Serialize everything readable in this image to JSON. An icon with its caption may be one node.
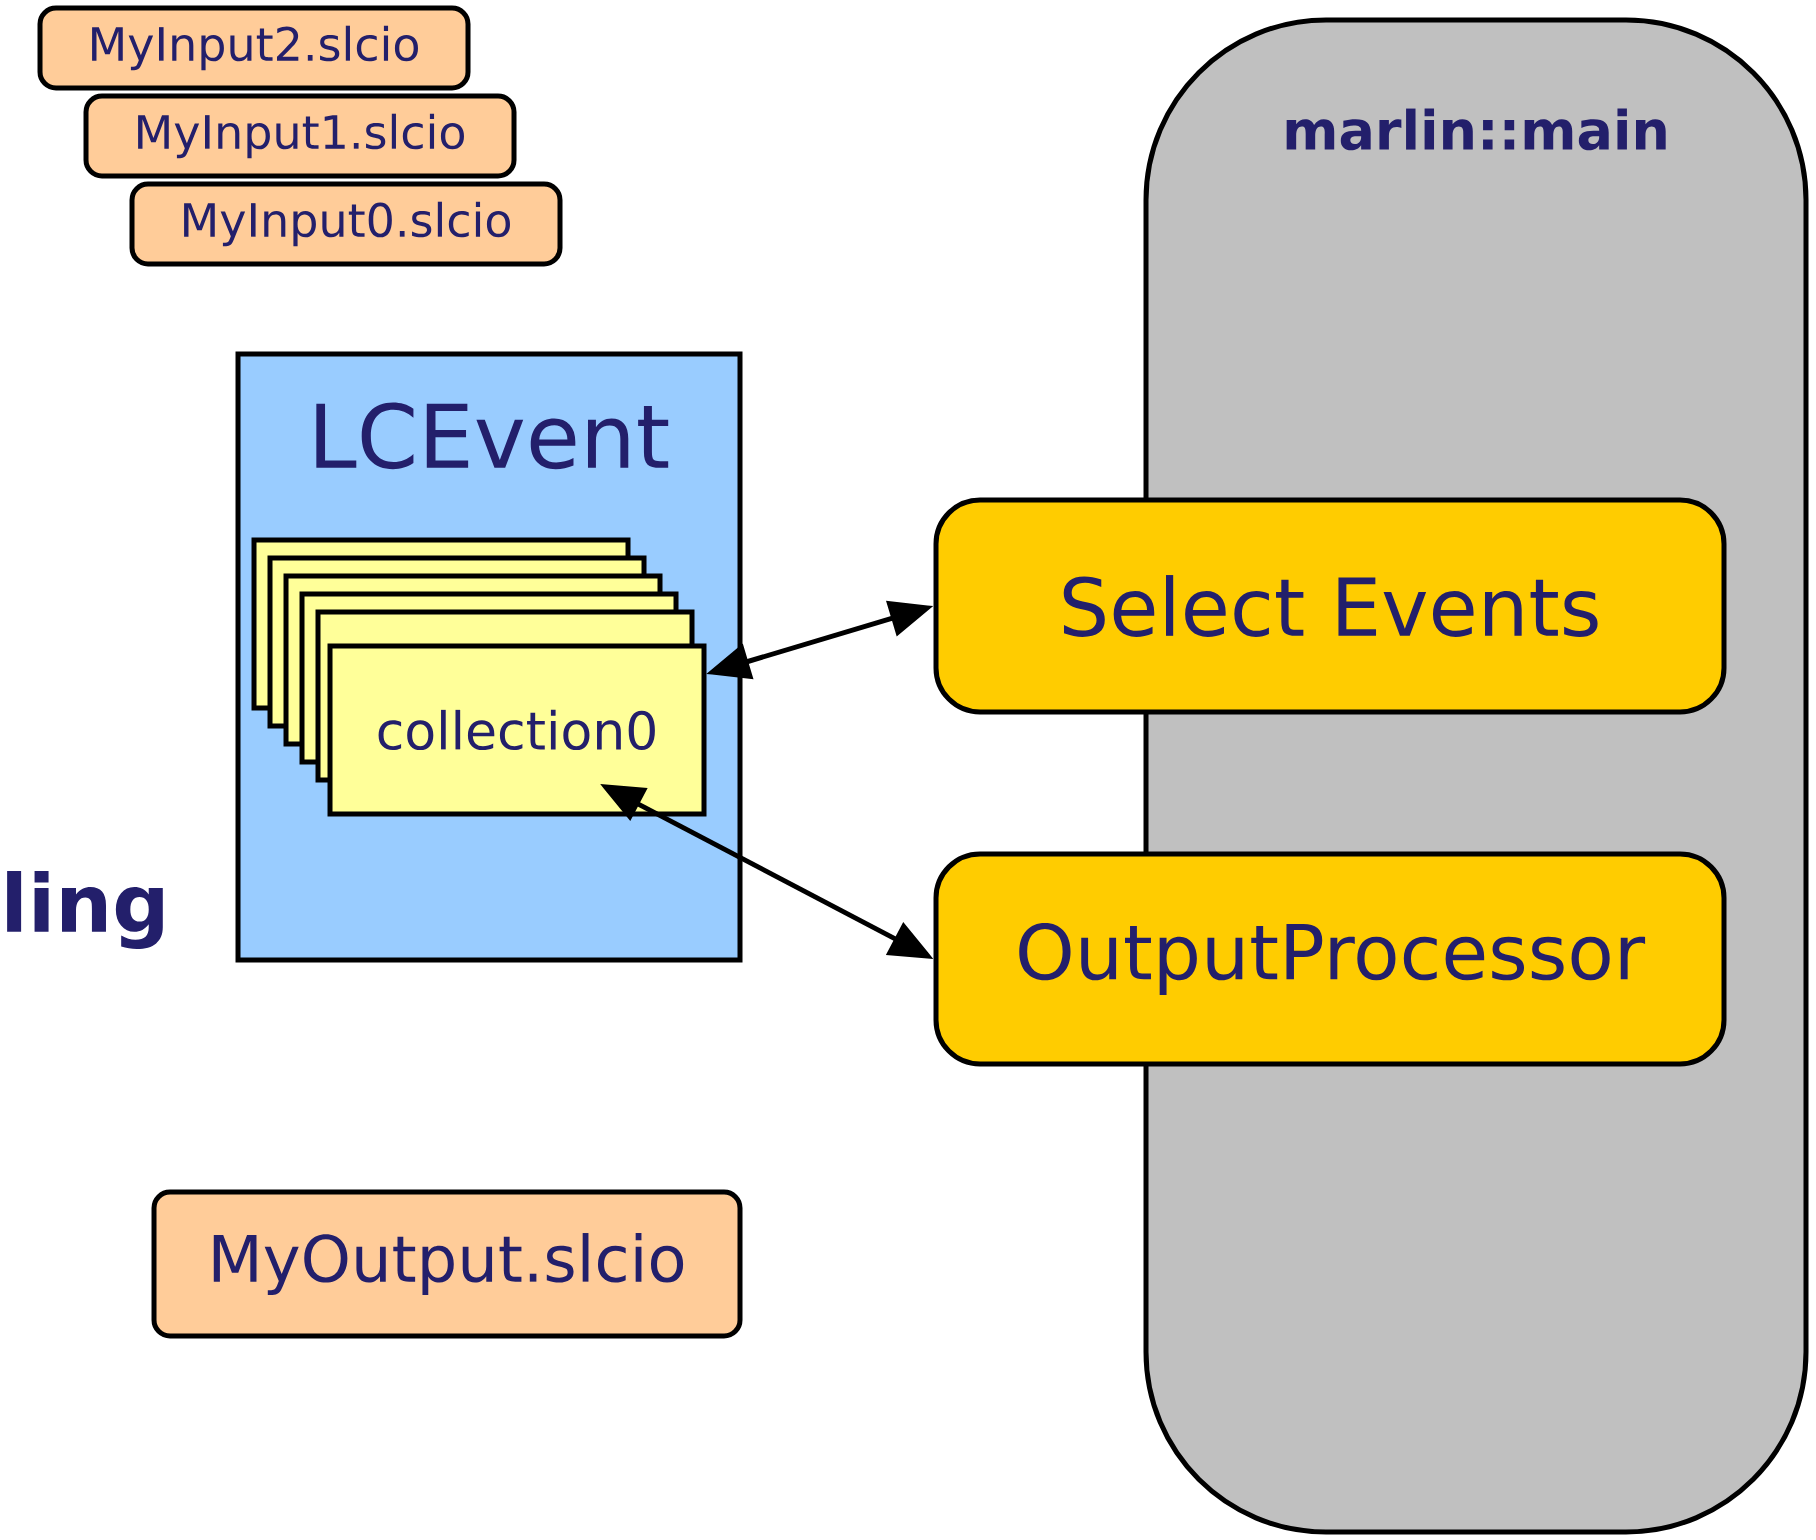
{
  "diagram": {
    "nodes": [
      {
        "text": [
          "MyInput2.slcio"
        ]
      },
      {
        "text": [
          "MyInput1.slcio"
        ]
      },
      {
        "text": [
          "MyInput0.slcio"
        ]
      },
      {
        "text": [
          "marlin::main"
        ]
      },
      {
        "text": [
          "LCEvent"
        ]
      },
      {
        "text": [],
        "shape": "box",
        "in": 4
      },
      {
        "text": [],
        "shape": "box",
        "in": 4
      },
      {
        "text": [],
        "shape": "box",
        "in": 4
      },
      {
        "text": [],
        "shape": "box",
        "in": 4
      },
      {
        "text": [],
        "shape": "box",
        "in": 4
      },
      {
        "text": [
          "collection0"
        ],
        "in": 4
      },
      {
        "text": [
          "Select Events"
        ]
      },
      {
        "text": [
          "OutputProcessor"
        ]
      },
      {
        "text": [
          "MyOutput.slcio"
        ]
      }
    ],
    "edges": [
      {
        "from": 11,
        "to": 10,
        "arrow": "both"
      },
      {
        "from": 10,
        "to": 12,
        "arrow": "both"
      }
    ],
    "labels": [
      "ling"
    ]
  }
}
